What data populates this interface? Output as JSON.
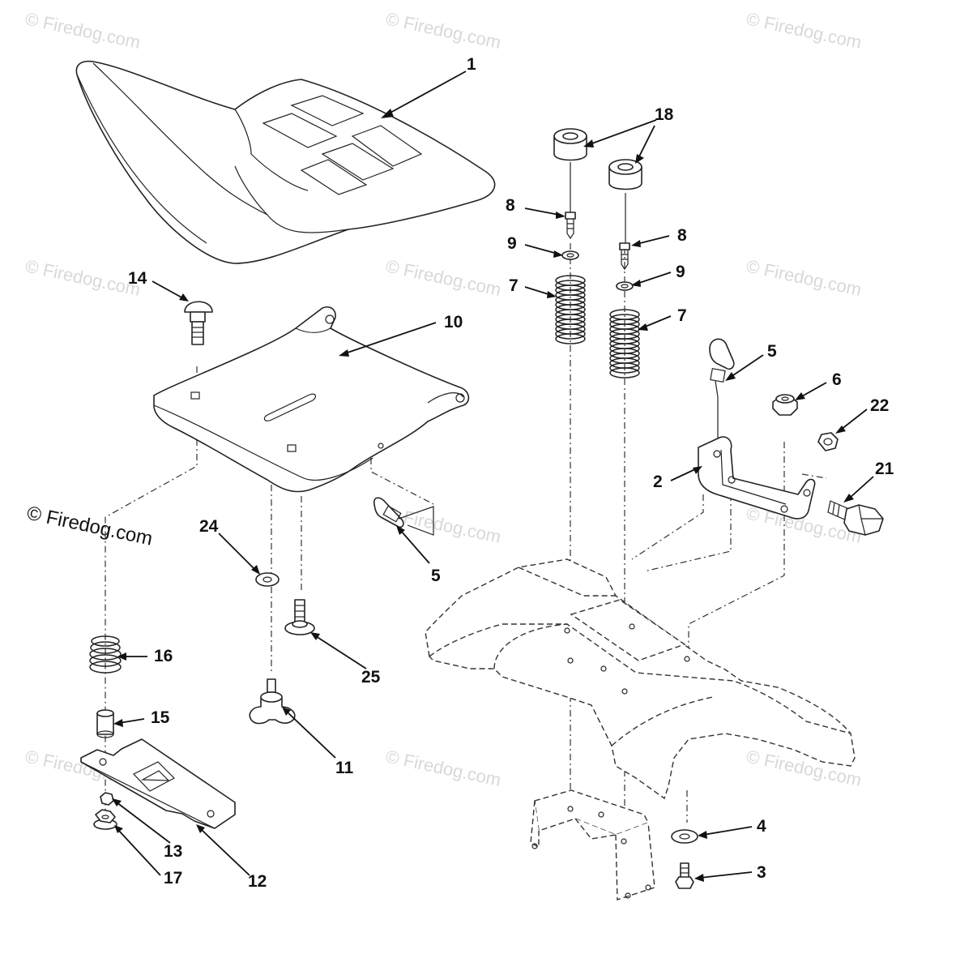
{
  "diagram": {
    "callouts": {
      "c1": "1",
      "c18": "18",
      "c8a": "8",
      "c8b": "8",
      "c9a": "9",
      "c9b": "9",
      "c7a": "7",
      "c7b": "7",
      "c14": "14",
      "c10": "10",
      "c5a": "5",
      "c5b": "5",
      "c6": "6",
      "c22": "22",
      "c2": "2",
      "c21": "21",
      "c24": "24",
      "c25": "25",
      "c16": "16",
      "c15": "15",
      "c11": "11",
      "c13": "13",
      "c17": "17",
      "c12": "12",
      "c4": "4",
      "c3": "3"
    },
    "watermark": "© Firedog.com"
  }
}
